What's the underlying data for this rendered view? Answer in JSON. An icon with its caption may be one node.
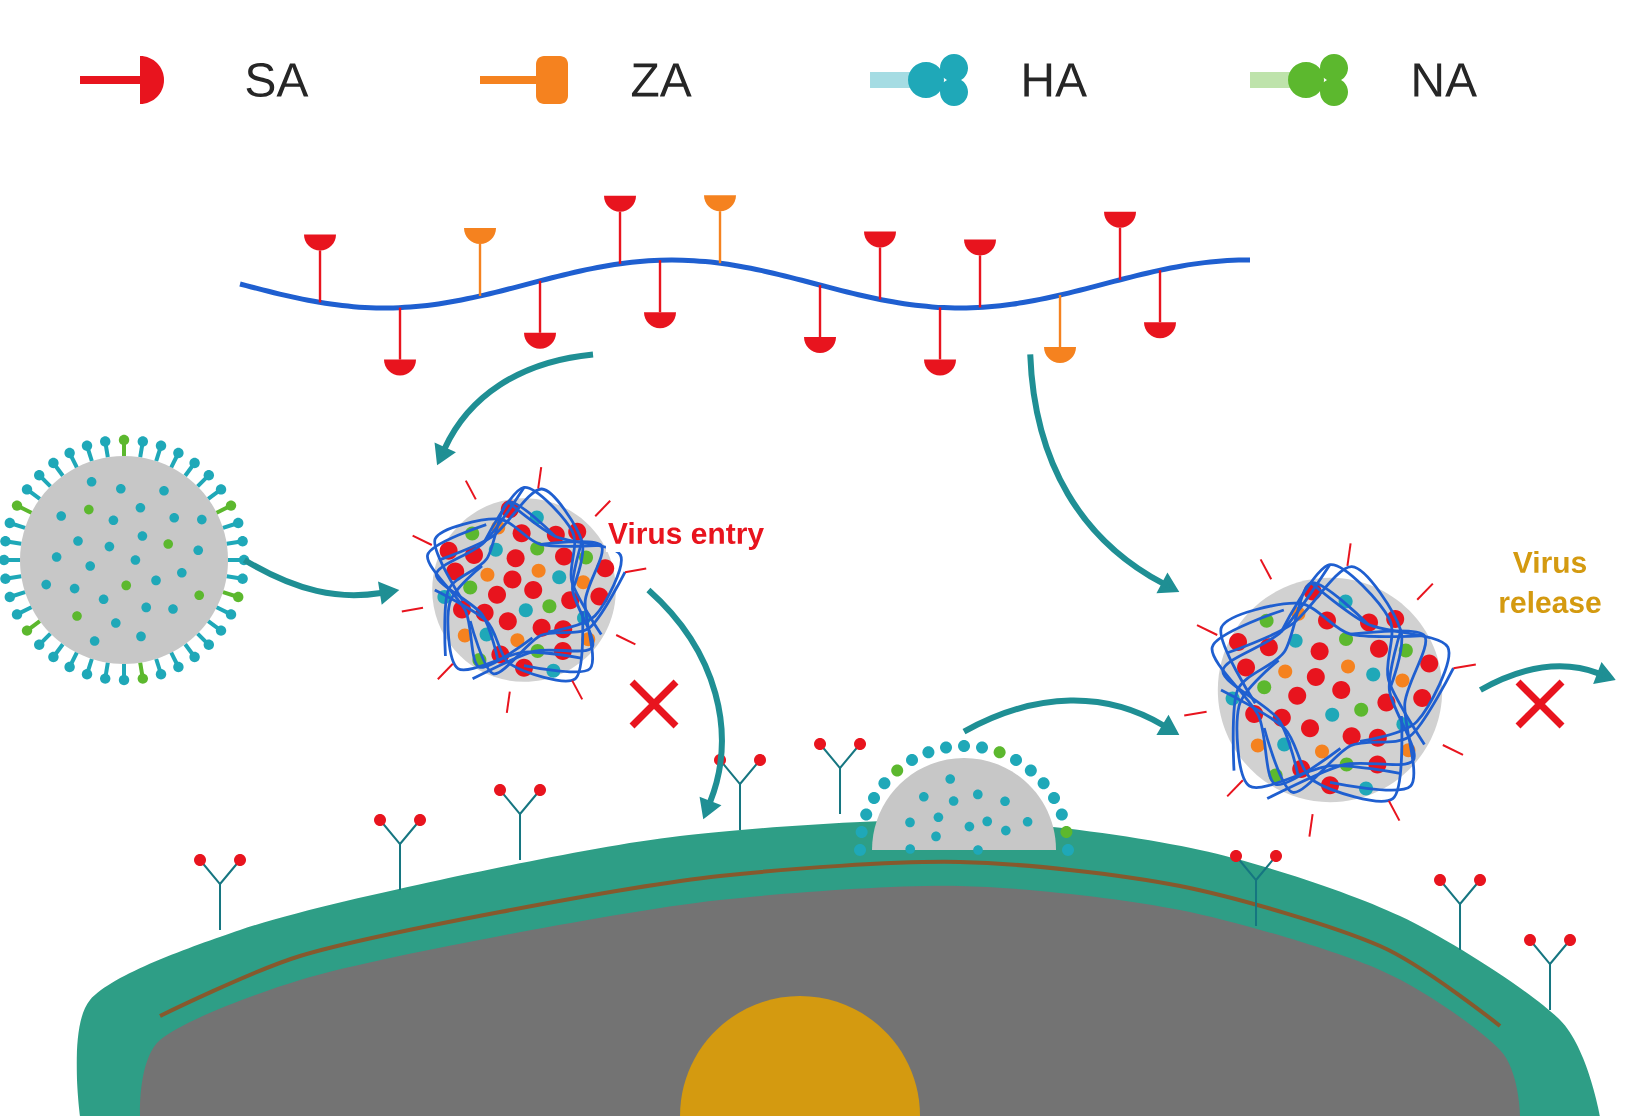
{
  "diagram": {
    "nodes": [
      {
        "text": [],
        "shape": "picture"
      },
      {
        "text": [],
        "shape": "picture"
      },
      {
        "text": [],
        "shape": "picture"
      },
      {
        "text": [],
        "shape": "picture"
      },
      {
        "text": [],
        "shape": "picture"
      },
      {
        "text": [],
        "shape": "picture"
      }
    ],
    "edges": [
      {
        "from": 0,
        "to": 2,
        "arrow": "to"
      },
      {
        "from": 1,
        "to": 2,
        "arrow": "to"
      },
      {
        "from": 2,
        "to": 5,
        "arrow": "to",
        "label": "Virus entry"
      },
      {
        "from": 0,
        "to": 4,
        "arrow": "to"
      },
      {
        "from": 3,
        "to": 4,
        "arrow": "to"
      },
      {
        "from": 4,
        "to": null,
        "arrow": "to",
        "label": "Virus release"
      }
    ],
    "legend": [
      {
        "text": "SA"
      },
      {
        "text": "ZA"
      },
      {
        "text": "HA"
      },
      {
        "text": "NA"
      }
    ]
  }
}
